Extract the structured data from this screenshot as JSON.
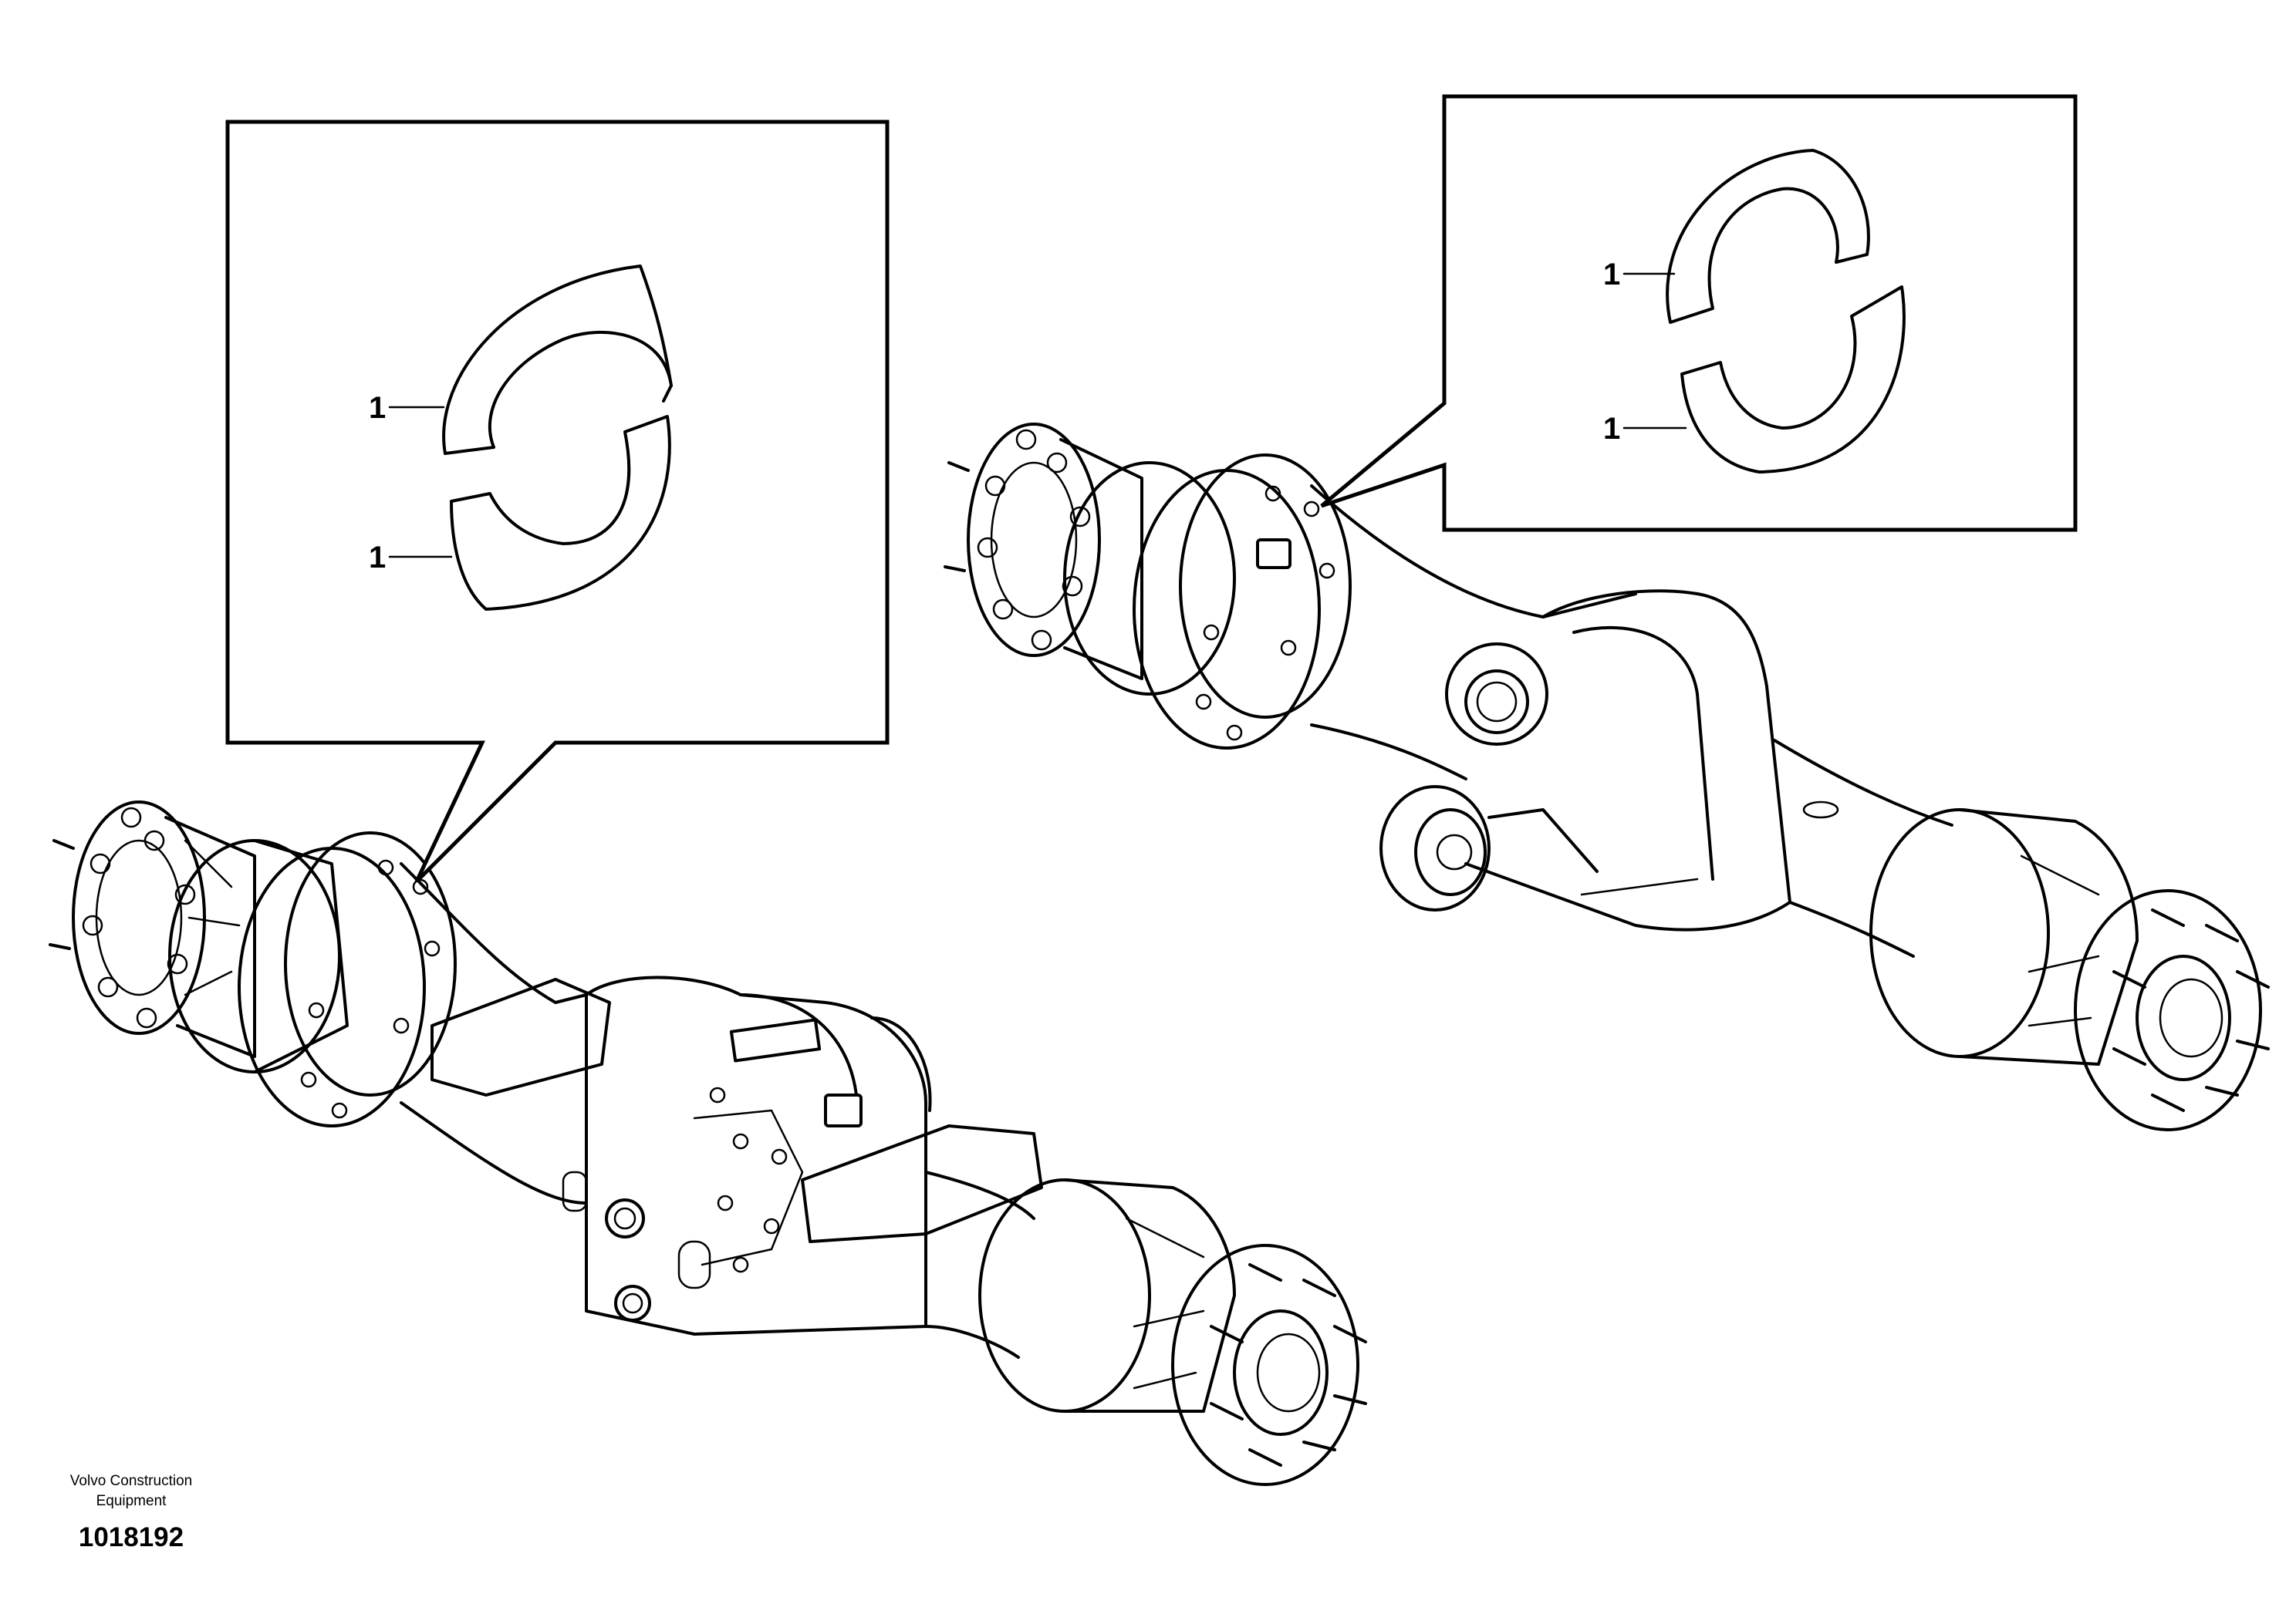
{
  "diagram": {
    "left_detail": {
      "upper_label": "1",
      "lower_label": "1"
    },
    "right_detail": {
      "upper_label": "1",
      "lower_label": "1"
    }
  },
  "footer": {
    "maker": "Volvo Construction\nEquipment",
    "doc_number": "1018192"
  }
}
